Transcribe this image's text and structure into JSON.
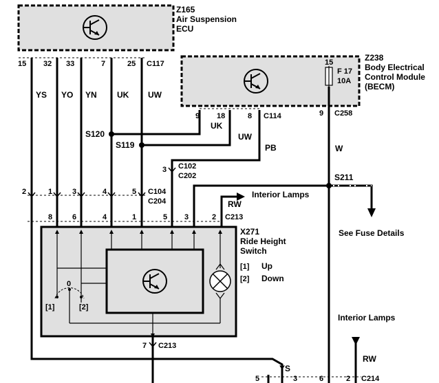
{
  "ecu": {
    "ref": "Z165",
    "name_line1": "Air Suspension",
    "name_line2": "ECU",
    "pins": [
      "15",
      "32",
      "33",
      "7",
      "25"
    ],
    "connector": "C117"
  },
  "becm": {
    "ref": "Z238",
    "name_line1": "Body Electrical",
    "name_line2": "Control Module",
    "name_line3": "(BECM)",
    "fuse_pin": "15",
    "fuse_name": "F 17",
    "fuse_rating": "10A",
    "pins_c114": [
      "9",
      "18",
      "8"
    ],
    "connector_c114": "C114",
    "pin_c258": "9",
    "connector_c258": "C258"
  },
  "wires": {
    "ys": "YS",
    "yo": "YO",
    "yn": "YN",
    "uk": "UK",
    "uw": "UW",
    "uk2": "UK",
    "uw2": "UW",
    "pb": "PB",
    "w": "W",
    "rw": "RW",
    "ys2": "YS",
    "rw2": "RW"
  },
  "splices": {
    "s120": "S120",
    "s119": "S119",
    "s211": "S211"
  },
  "c102": {
    "pin": "3",
    "label1": "C102",
    "label2": "C202"
  },
  "c104": {
    "pins": [
      "2",
      "1",
      "3",
      "4",
      "5"
    ],
    "label1": "C104",
    "label2": "C204"
  },
  "c213": {
    "pins": [
      "8",
      "6",
      "4",
      "1",
      "5",
      "3",
      "2"
    ],
    "label": "C213",
    "bottom_pin": "7",
    "bottom_label": "C213"
  },
  "interior_lamps_1": "Interior Lamps",
  "interior_lamps_2": "Interior Lamps",
  "fuse_details": "See Fuse Details",
  "switch": {
    "ref": "X271",
    "name_line1": "Ride Height",
    "name_line2": "Switch",
    "legend_1_key": "[1]",
    "legend_1_value": "Up",
    "legend_2_key": "[2]",
    "legend_2_value": "Down",
    "pos_0": "0",
    "pos_1": "[1]",
    "pos_2": "[2]"
  },
  "bottom": {
    "pin5": "5",
    "pin3": "3",
    "pin6": "6",
    "pin2": "2",
    "connector": "C214"
  },
  "colors": {
    "ink": "#000000",
    "module_fill": "#e0e0e0",
    "background": "#ffffff"
  }
}
